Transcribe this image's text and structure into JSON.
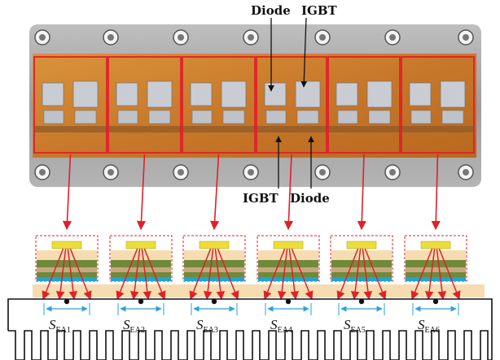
{
  "photo_labels": {
    "top_left": "Diode",
    "top_right": "IGBT",
    "bottom_left": "IGBT",
    "bottom_right": "Diode"
  },
  "sea_labels": [
    {
      "main": "S",
      "sub": "EA1"
    },
    {
      "main": "S",
      "sub": "EA2"
    },
    {
      "main": "S",
      "sub": "EA3"
    },
    {
      "main": "S",
      "sub": "EA4"
    },
    {
      "main": "S",
      "sub": "EA5"
    },
    {
      "main": "S",
      "sub": "EA6"
    }
  ],
  "colors": {
    "highlight": "#e0202a",
    "substrate_pad": "#f6dcb0",
    "chip": "#ecde3a",
    "green_layer": "#6f8a3a",
    "tan_layer": "#c9a880",
    "copper_layer": "#22a4cf",
    "spread_arrow": "#2fa2d8"
  }
}
